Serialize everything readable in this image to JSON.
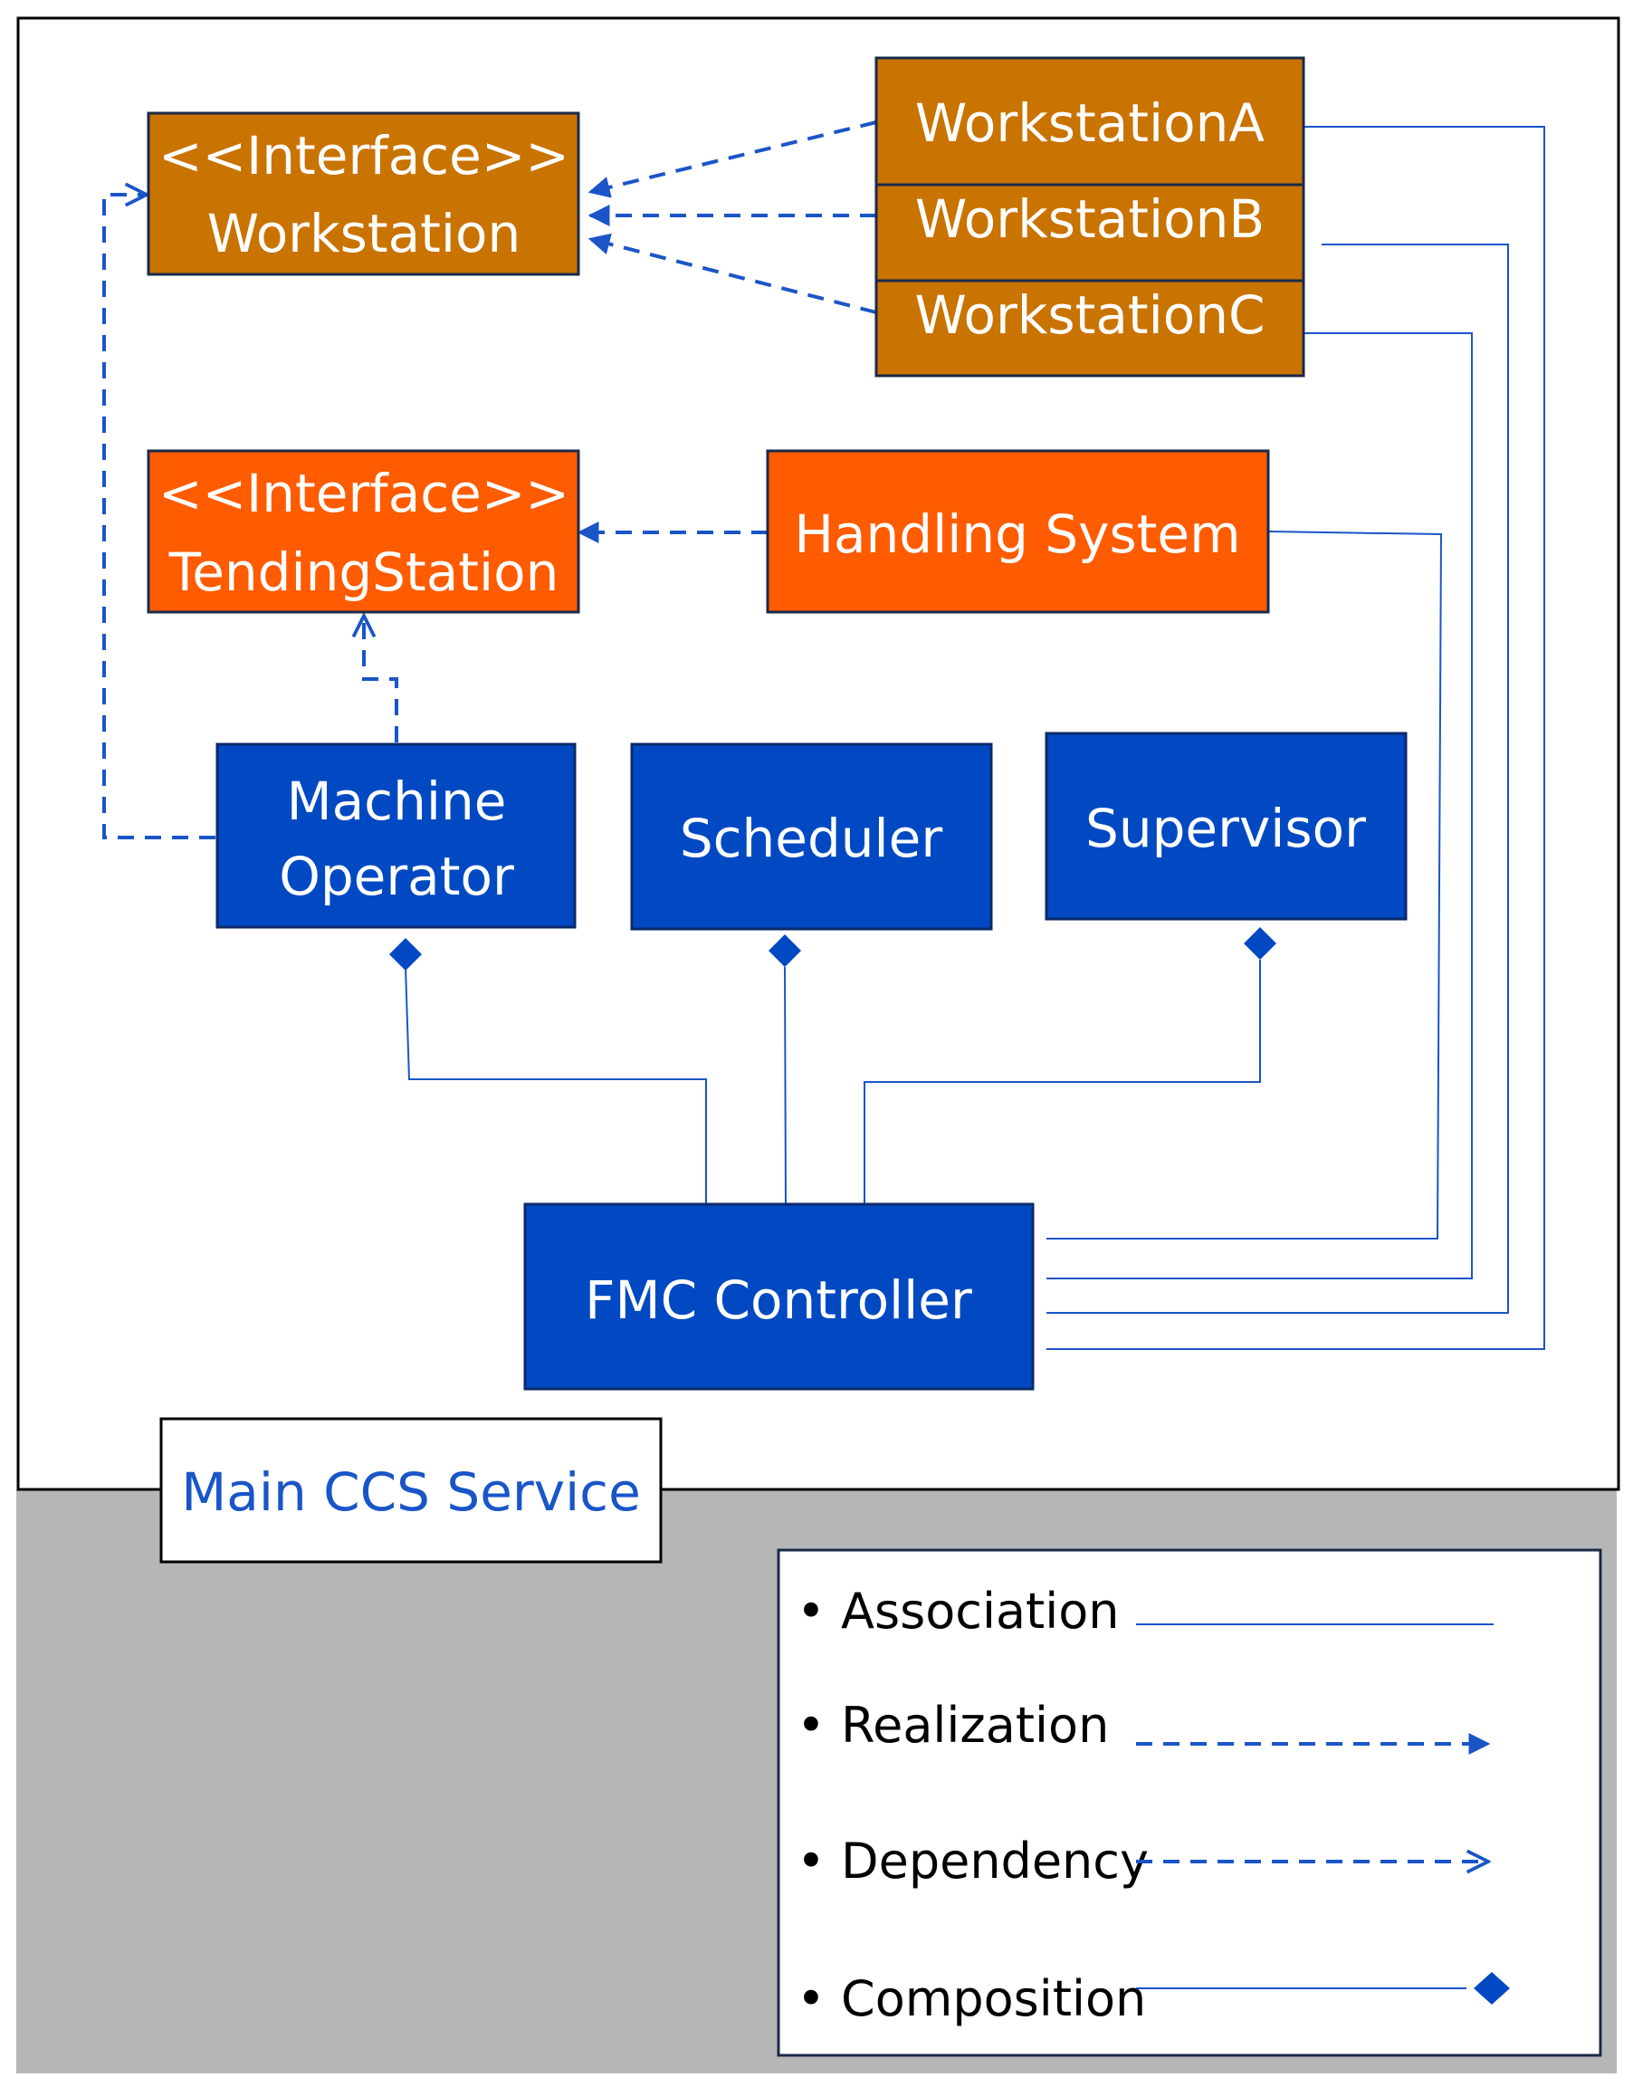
{
  "colors": {
    "workstation_orange": "#c97300",
    "tending_orange": "#ff5b00",
    "box_blue": "#0049c2",
    "line_blue": "#1a55c8",
    "legend_text": "#000000",
    "background_gray": "#b6b6b6"
  },
  "interfaces": {
    "workstation": {
      "stereotype": "<<Interface>>",
      "name": "Workstation"
    },
    "tending_station": {
      "stereotype": "<<Interface>>",
      "name": "TendingStation"
    }
  },
  "workstations": [
    "WorkstationA",
    "WorkstationB",
    "WorkstationC"
  ],
  "handling_system": "Handling System",
  "machine_operator": [
    "Machine",
    "Operator"
  ],
  "scheduler": "Scheduler",
  "supervisor": "Supervisor",
  "fmc_controller": "FMC Controller",
  "container_label": "Main CCS Service",
  "legend": {
    "items": [
      {
        "label": "• Association",
        "style": "association"
      },
      {
        "label": "• Realization",
        "style": "realization"
      },
      {
        "label": "• Dependency",
        "style": "dependency"
      },
      {
        "label": "• Composition",
        "style": "composition"
      }
    ]
  }
}
